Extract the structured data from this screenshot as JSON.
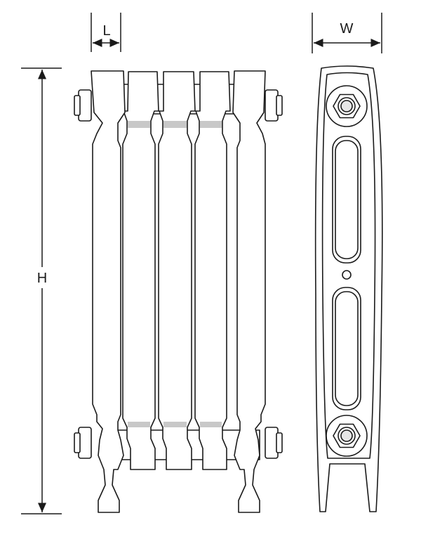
{
  "diagram": {
    "dimension_labels": {
      "length": "L",
      "width": "W",
      "height": "H"
    },
    "front_view": {
      "section_count": 5
    },
    "side_view": {
      "inspection_slot_count": 2,
      "connection_nut_count": 2
    },
    "colors": {
      "stroke": "#1a1a1a",
      "fill": "#ffffff",
      "shade": "#c8c8c8"
    }
  }
}
